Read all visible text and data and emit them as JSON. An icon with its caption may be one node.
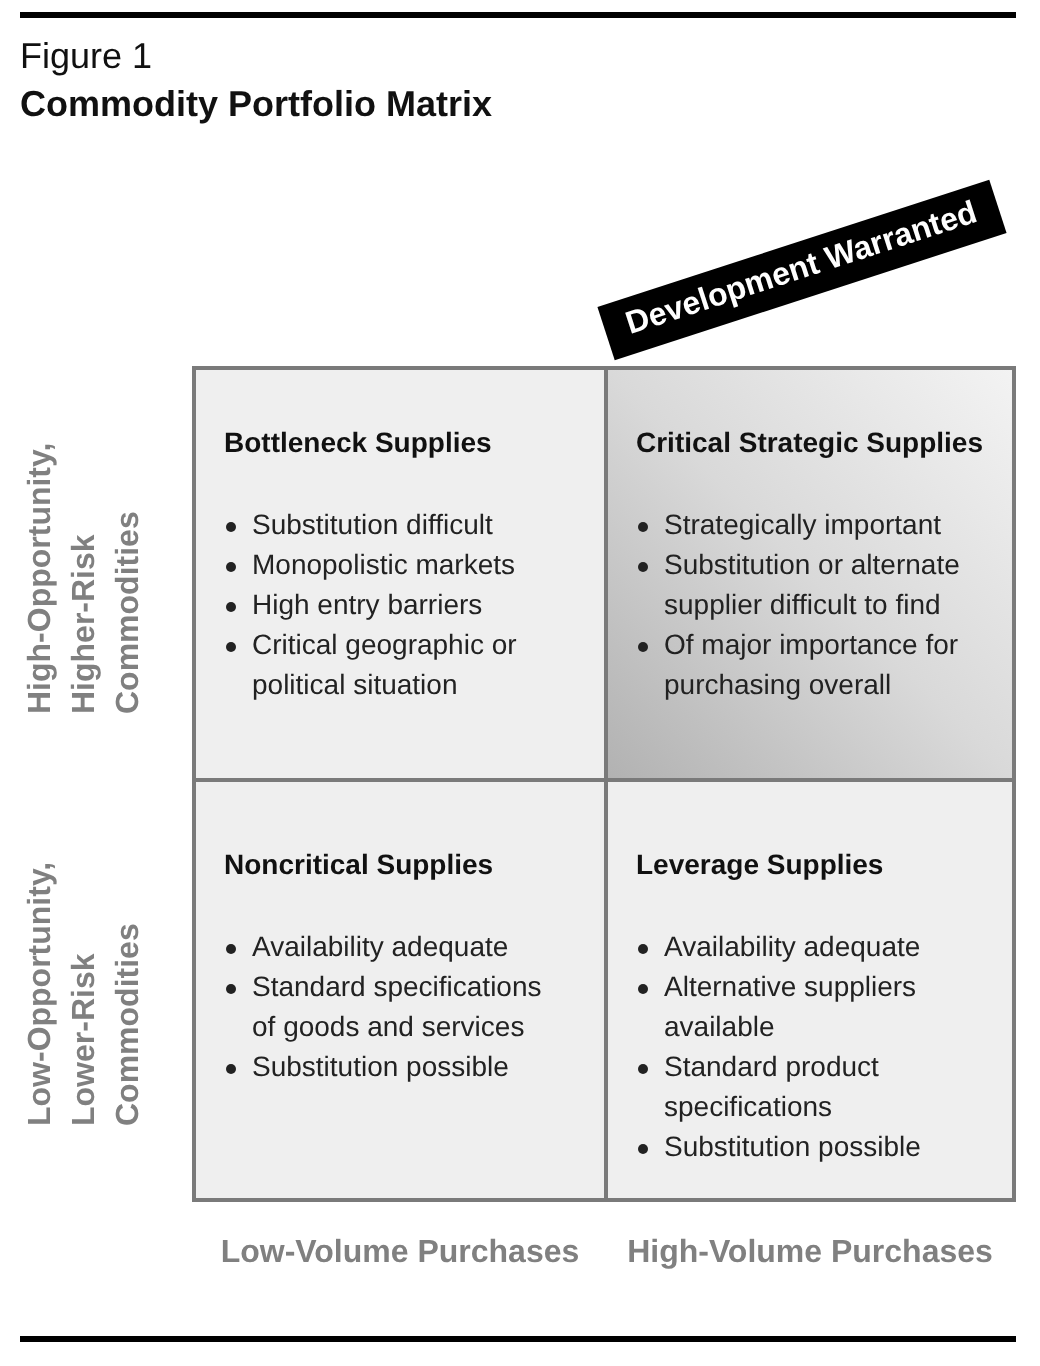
{
  "diagram": {
    "title": "Commodity Portfolio Matrix",
    "nodes": [
      {
        "text": [
          "Development Warranted"
        ]
      },
      {
        "text": [
          "Bottleneck Supplies",
          "Substitution difficult",
          "Monopolistic markets",
          "High entry barriers",
          "Critical geographic or political situation"
        ]
      },
      {
        "text": [
          "Critical Strategic Supplies",
          "Strategically important",
          "Substitution or alternate supplier difficult to find",
          "Of major importance for purchasing overall"
        ]
      },
      {
        "text": [
          "Noncritical Supplies",
          "Availability adequate",
          "Standard specifications of goods and services",
          "Substitution possible"
        ]
      },
      {
        "text": [
          "Leverage Supplies",
          "Availability adequate",
          "Alternative suppliers available",
          "Standard product specifications",
          "Substitution possible"
        ]
      }
    ],
    "labels": [
      "Figure 1",
      "High-Opportunity, Higher-Risk Commodities",
      "Low-Opportunity, Lower-Risk Commodities",
      "Low-Volume Purchases",
      "High-Volume Purchases"
    ]
  }
}
